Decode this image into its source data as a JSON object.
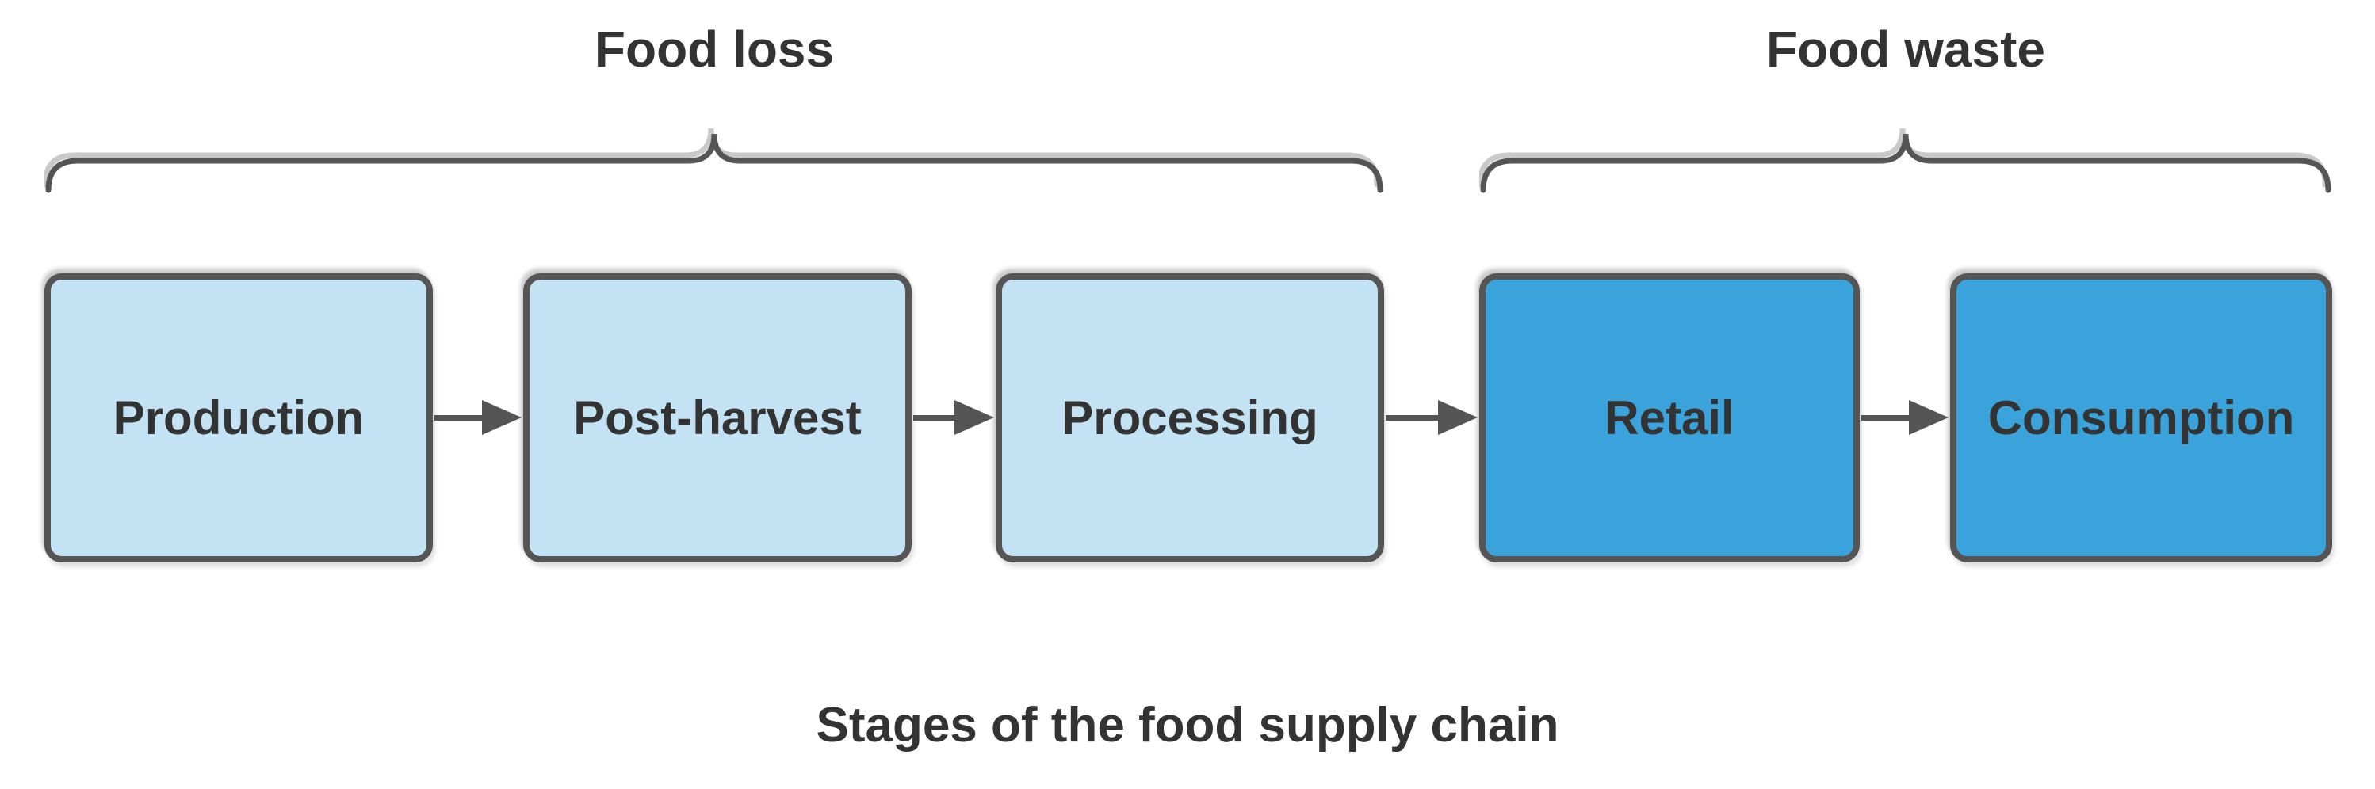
{
  "diagram": {
    "caption": "Stages of the food supply chain",
    "groups": [
      {
        "label": "Food loss",
        "covers_stages": [
          "Production",
          "Post-harvest",
          "Processing"
        ]
      },
      {
        "label": "Food waste",
        "covers_stages": [
          "Retail",
          "Consumption"
        ]
      }
    ],
    "stages": [
      {
        "label": "Production",
        "category": "food-loss"
      },
      {
        "label": "Post-harvest",
        "category": "food-loss"
      },
      {
        "label": "Processing",
        "category": "food-loss"
      },
      {
        "label": "Retail",
        "category": "food-waste"
      },
      {
        "label": "Consumption",
        "category": "food-waste"
      }
    ],
    "flow": "Production -> Post-harvest -> Processing -> Retail -> Consumption"
  },
  "colors": {
    "loss_fill": "#C3E3F4",
    "waste_fill": "#3AA3DC",
    "stroke": "#555555",
    "shadow": "#C9C9C9",
    "text": "#333333",
    "background": "#FFFFFF"
  }
}
